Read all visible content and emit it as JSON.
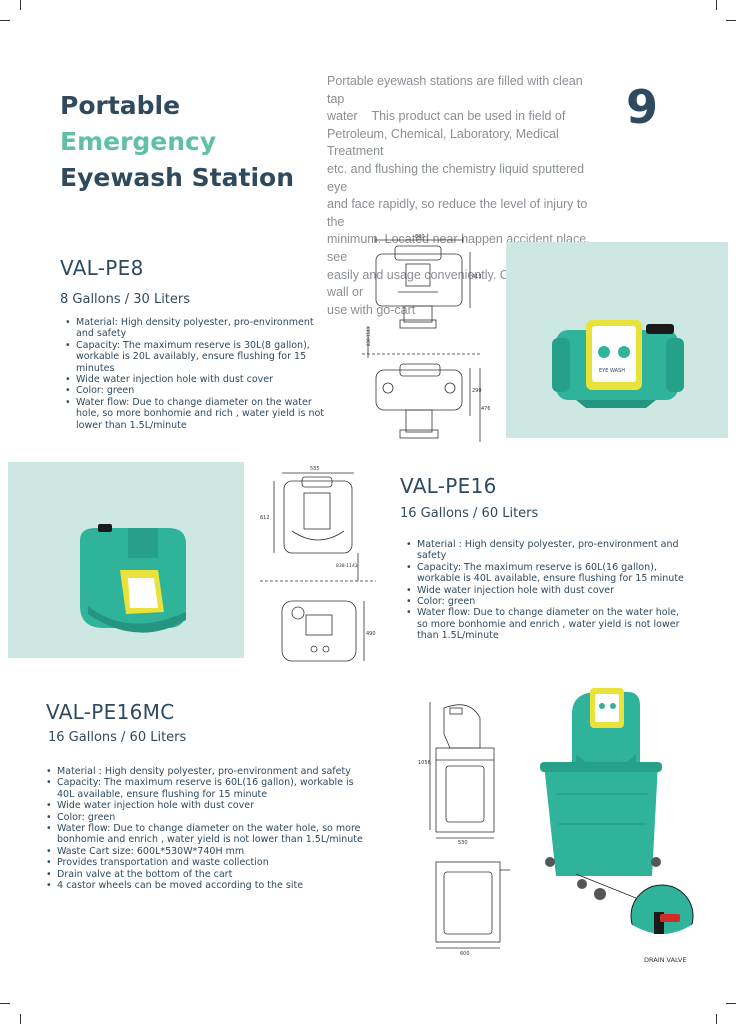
{
  "header": {
    "title_lines": [
      "Portable",
      "Emergency",
      "Eyewash Station"
    ],
    "page_number": "9",
    "intro_lines": [
      "Portable eyewash stations are filled with clean tap",
      "water    This product can be used in field of",
      "Petroleum, Chemical, Laboratory, Medical Treatment",
      "etc. and flushing the chemistry liquid sputtered eye",
      "and face rapidly, so reduce the level of injury to the",
      "minimum. Located near happen accident place, see",
      "easily and usage conveniently. Can install on wall or",
      "use with go-cart"
    ]
  },
  "products": [
    {
      "model": "VAL-PE8",
      "capacity": "8 Gallons / 30 Liters",
      "specs": [
        "Material: High density polyester, pro-environment and safety",
        "Capacity: The maximum reserve is 30L(8 gallon), workable is 20L availably, ensure flushing for 15 minutes",
        "Wide water injection hole with dust cover",
        "Color: green",
        "Water flow: Due to change diameter on the water hole, so more bonhomie and rich , water yield is not lower than 1.5L/minute"
      ],
      "drawing": {
        "top_dim": "880",
        "side_dim": "413",
        "mount_dim": "838-1143",
        "bottom_dim1": "290",
        "bottom_dim2": "476"
      }
    },
    {
      "model": "VAL-PE16",
      "capacity": "16 Gallons / 60 Liters",
      "specs": [
        "Material : High density polyester, pro-environment and safety",
        "Capacity: The maximum reserve is 60L(16 gallon), workable is 40L available, ensure flushing for 15 minute",
        "Wide water injection hole with dust cover",
        "Color: green",
        "Water flow: Due to change diameter on the water hole, so more bonhomie and enrich , water yield is not lower than 1.5L/minute"
      ],
      "drawing": {
        "top_dim": "535",
        "side_dim": "612",
        "mount_dim": "838-1143",
        "bottom_dim": "490"
      }
    },
    {
      "model": "VAL-PE16MC",
      "capacity": "16 Gallons / 60 Liters",
      "specs": [
        "Material : High density polyester, pro-environment and safety",
        "Capacity: The maximum reserve is 60L(16 gallon), workable is 40L available, ensure flushing for 15 minute",
        "Wide water injection hole with dust cover",
        "Color: green",
        "Water flow: Due to change diameter on the water hole, so more bonhomie and enrich , water yield is not lower than 1.5L/minute",
        "Waste Cart size: 600L*530W*740H mm",
        "Provides transportation and waste collection",
        "Drain valve at the bottom of the cart",
        "4 castor wheels can be moved according to the site"
      ],
      "drawing": {
        "height_dim": "1056",
        "width_dim": "530",
        "depth_dim": "600"
      },
      "callout": "DRAIN VALVE"
    }
  ],
  "photo_labels": {
    "eye_wash": "EYE WASH"
  },
  "colors": {
    "dark": "#2f4a5f",
    "teal": "#5fc0a7",
    "panel": "#cde8e2",
    "product_green": "#2fb39a",
    "product_yellow": "#e8e23a"
  }
}
